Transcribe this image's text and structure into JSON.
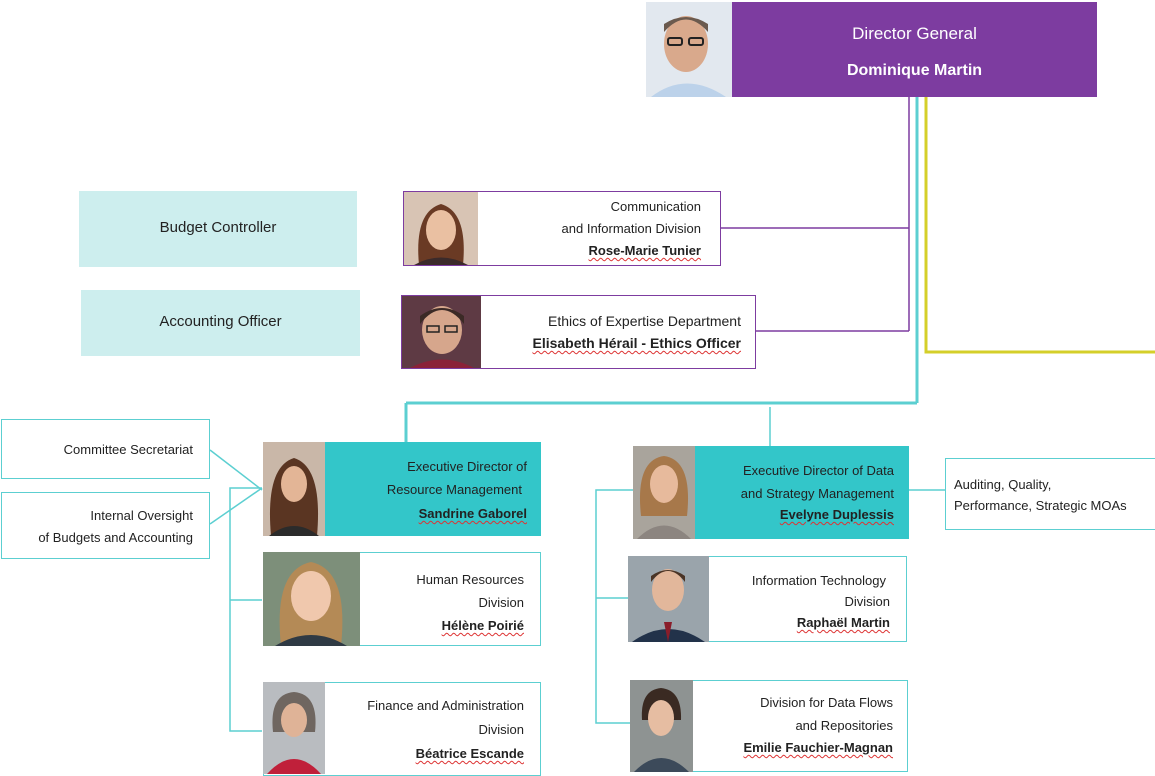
{
  "director": {
    "title": "Director  General",
    "name": "Dominique Martin"
  },
  "budget_controller": "Budget Controller",
  "accounting_officer": "Accounting Officer",
  "communication": {
    "line1": "Communication",
    "line2": "and Information Division",
    "name": "Rose-Marie Tunier"
  },
  "ethics": {
    "line1": "Ethics of Expertise Department",
    "name": "Elisabeth Hérail - Ethics Officer"
  },
  "committee_secretariat": "Committee Secretariat",
  "internal_oversight": {
    "line1": "Internal Oversight",
    "line2": "of Budgets and Accounting"
  },
  "resource_mgmt": {
    "line1": "Executive Director of",
    "line2": "Resource Management",
    "name": "Sandrine Gaborel"
  },
  "hr": {
    "line1": "Human Resources",
    "line2": "Division",
    "name": "Hélène Poirié"
  },
  "finance": {
    "line1": "Finance and Administration",
    "line2": "Division",
    "name": "Béatrice Escande"
  },
  "data_strategy": {
    "line1": "Executive Director of Data",
    "line2": "and Strategy Management",
    "name": "Evelyne Duplessis"
  },
  "auditing": {
    "line1": "Auditing, Quality,",
    "line2": "Performance, Strategic MOAs"
  },
  "it": {
    "line1": "Information Technology",
    "line2": "Division",
    "name": "Raphaël Martin"
  },
  "data_flows": {
    "line1": "Division for Data Flows",
    "line2": "and Repositories",
    "name": "Emilie Fauchier-Magnan"
  },
  "colors": {
    "purple": "#7d3ca0",
    "teal": "#33c6c9",
    "teal_light": "#cdeeee",
    "yellow": "#d4cf2a"
  }
}
